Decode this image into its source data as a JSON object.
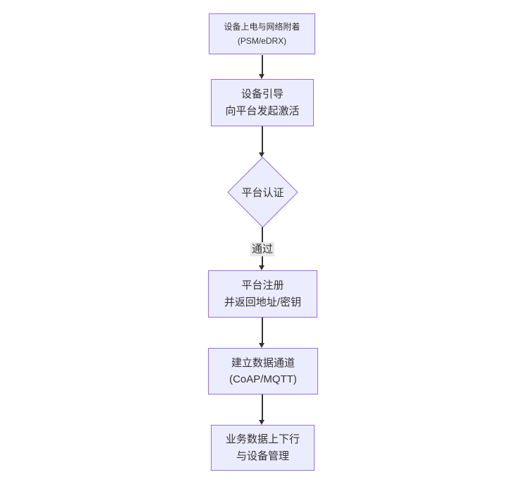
{
  "diagram": {
    "type": "flowchart",
    "direction": "top-down",
    "colors": {
      "background": "#ffffff",
      "node_fill": "#ECECFF",
      "node_border": "#9370DB",
      "edge": "#333333",
      "edge_label_bg": "#e8e8e8",
      "text": "#333333"
    },
    "nodes": [
      {
        "id": "power-attach",
        "shape": "rectangle",
        "line1": "设备上电与网络附着",
        "line2": "(PSM/eDRX)"
      },
      {
        "id": "bootstrap",
        "shape": "rectangle",
        "line1": "设备引导",
        "line2": "向平台发起激活"
      },
      {
        "id": "platform-auth",
        "shape": "diamond",
        "line1": "平台认证",
        "line2": ""
      },
      {
        "id": "platform-register",
        "shape": "rectangle",
        "line1": "平台注册",
        "line2": "并返回地址/密钥"
      },
      {
        "id": "data-channel",
        "shape": "rectangle",
        "line1": "建立数据通道",
        "line2": "(CoAP/MQTT)"
      },
      {
        "id": "business-data",
        "shape": "rectangle",
        "line1": "业务数据上下行",
        "line2": "与设备管理"
      }
    ],
    "edges": [
      {
        "from": "power-attach",
        "to": "bootstrap",
        "label": ""
      },
      {
        "from": "bootstrap",
        "to": "platform-auth",
        "label": ""
      },
      {
        "from": "platform-auth",
        "to": "platform-register",
        "label": "通过"
      },
      {
        "from": "platform-register",
        "to": "data-channel",
        "label": ""
      },
      {
        "from": "data-channel",
        "to": "business-data",
        "label": ""
      }
    ]
  }
}
